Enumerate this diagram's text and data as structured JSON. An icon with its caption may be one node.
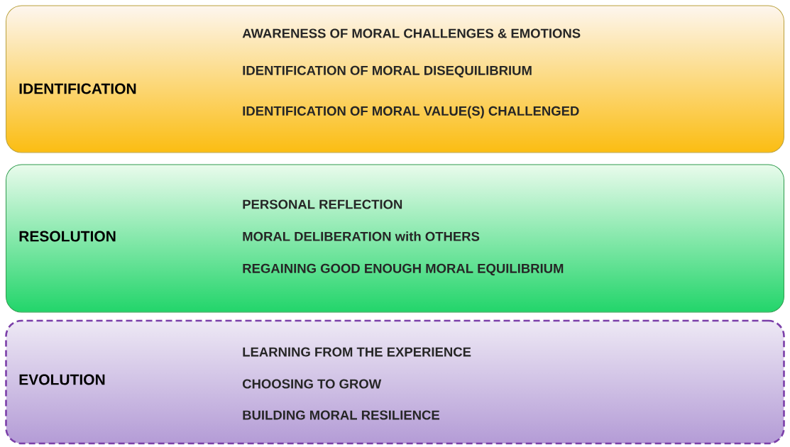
{
  "diagram": {
    "nodes": [
      {
        "text": [
          "IDENTIFICATION",
          "AWARENESS OF MORAL CHALLENGES & EMOTIONS",
          "IDENTIFICATION OF MORAL DISEQUILIBRIUM",
          "IDENTIFICATION OF MORAL VALUE(S) CHALLENGED"
        ]
      },
      {
        "text": [
          "RESOLUTION",
          "PERSONAL REFLECTION",
          "MORAL DELIBERATION with OTHERS",
          "REGAINING  GOOD ENOUGH MORAL EQUILIBRIUM"
        ]
      },
      {
        "text": [
          "EVOLUTION",
          "LEARNING FROM THE EXPERIENCE",
          "CHOOSING TO GROW",
          "BUILDING MORAL RESILIENCE"
        ]
      }
    ]
  }
}
